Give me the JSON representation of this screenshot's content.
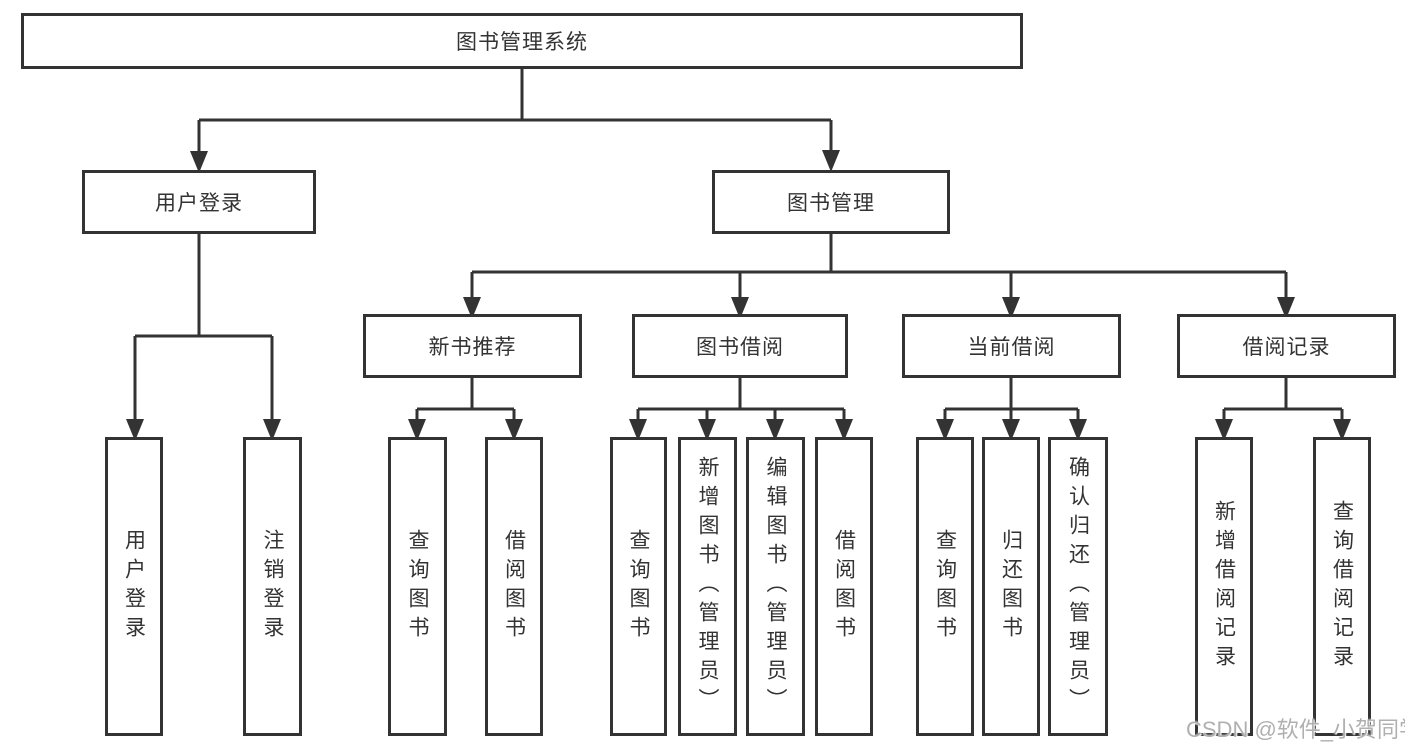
{
  "tree": {
    "label": "图书管理系统",
    "children": [
      {
        "label": "用户登录",
        "children": [
          {
            "label": "用户登录"
          },
          {
            "label": "注销登录"
          }
        ]
      },
      {
        "label": "图书管理",
        "children": [
          {
            "label": "新书推荐",
            "children": [
              {
                "label": "查询图书"
              },
              {
                "label": "借阅图书"
              }
            ]
          },
          {
            "label": "图书借阅",
            "children": [
              {
                "label": "查询图书"
              },
              {
                "label": "新增图书（管理员）"
              },
              {
                "label": "编辑图书（管理员）"
              },
              {
                "label": "借阅图书"
              }
            ]
          },
          {
            "label": "当前借阅",
            "children": [
              {
                "label": "查询图书"
              },
              {
                "label": "归还图书"
              },
              {
                "label": "确认归还（管理员）"
              }
            ]
          },
          {
            "label": "借阅记录",
            "children": [
              {
                "label": "新增借阅记录"
              },
              {
                "label": "查询借阅记录"
              }
            ]
          }
        ]
      }
    ]
  },
  "watermark": "CSDN @软件_小贺同学",
  "colors": {
    "line": "#333333",
    "text": "#333333",
    "watermark": "#b0b0b0",
    "background": "#ffffff"
  }
}
